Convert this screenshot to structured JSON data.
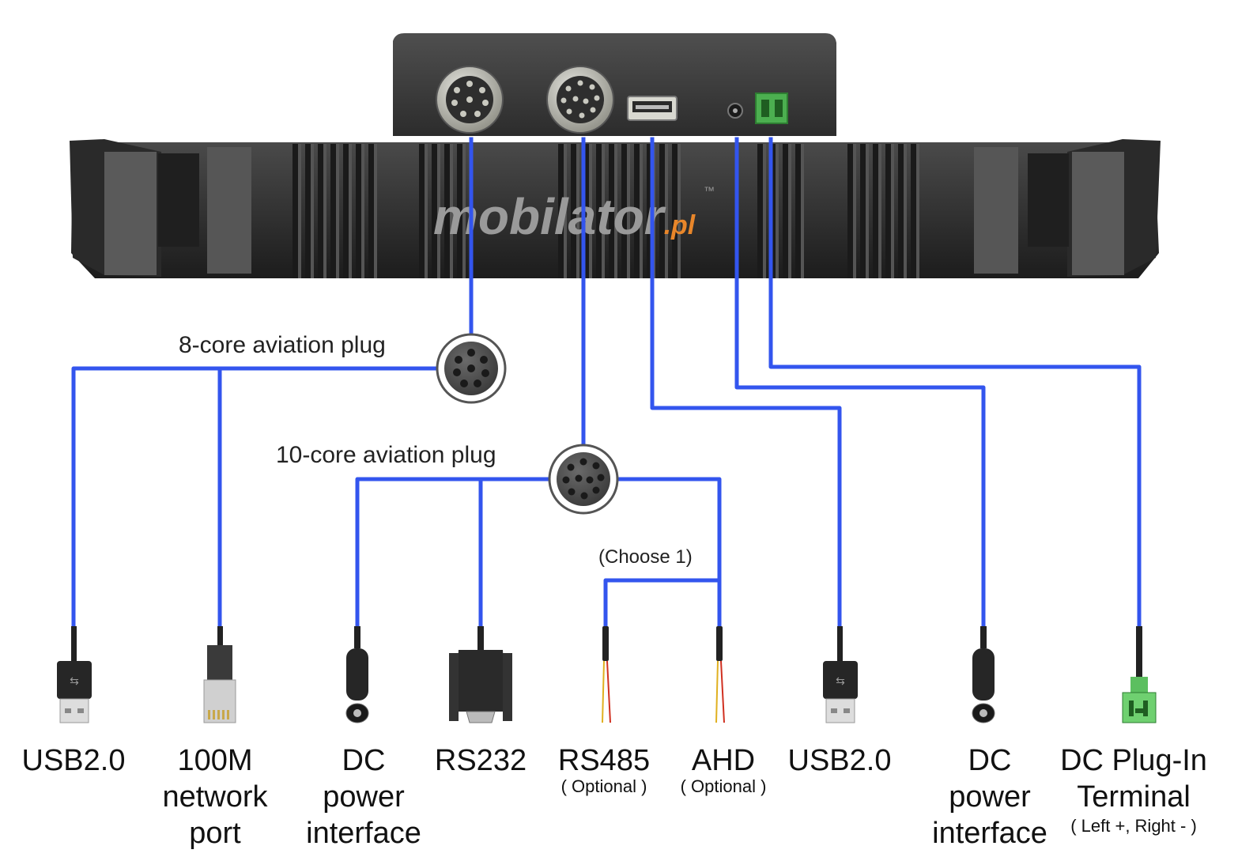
{
  "brand": {
    "name": "mobilator",
    "suffix": ".pl",
    "tm": "™"
  },
  "colors": {
    "wire": "#3355ee",
    "device_dark": "#262626",
    "device_mid": "#3a3a3a",
    "brand_orange": "#e8862a"
  },
  "plugs": {
    "eight_core": "8-core aviation plug",
    "ten_core": "10-core aviation plug",
    "choose": "(Choose 1)"
  },
  "device_ports": [
    {
      "icon": "aviation-plug-8-icon"
    },
    {
      "icon": "aviation-plug-10-icon"
    },
    {
      "icon": "usb-port-icon"
    },
    {
      "icon": "dc-jack-icon"
    },
    {
      "icon": "terminal-block-icon"
    }
  ],
  "connectors": [
    {
      "icon": "usb-connector-icon",
      "lines": [
        "USB2.0"
      ],
      "sub": ""
    },
    {
      "icon": "rj45-connector-icon",
      "lines": [
        "100M",
        "network",
        "port"
      ],
      "sub": ""
    },
    {
      "icon": "dc-connector-icon",
      "lines": [
        "DC",
        "power",
        "interface"
      ],
      "sub": ""
    },
    {
      "icon": "db9-connector-icon",
      "lines": [
        "RS232"
      ],
      "sub": ""
    },
    {
      "icon": "bare-wire-icon",
      "lines": [
        "RS485"
      ],
      "sub": "( Optional )"
    },
    {
      "icon": "bare-wire-icon",
      "lines": [
        "AHD"
      ],
      "sub": "( Optional )"
    },
    {
      "icon": "usb-connector-icon",
      "lines": [
        "USB2.0"
      ],
      "sub": ""
    },
    {
      "icon": "dc-connector-icon",
      "lines": [
        "DC",
        "power",
        "interface"
      ],
      "sub": ""
    },
    {
      "icon": "terminal-plug-icon",
      "lines": [
        "DC Plug-In",
        "Terminal"
      ],
      "sub": "( Left +, Right - )"
    }
  ]
}
